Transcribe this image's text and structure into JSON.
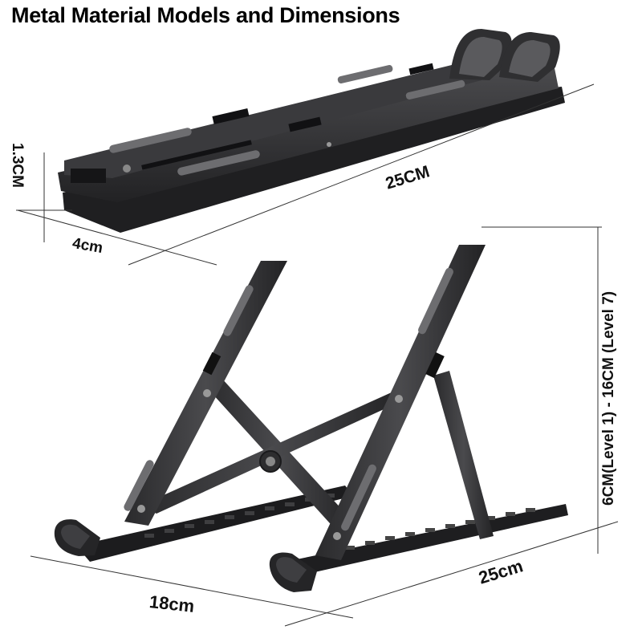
{
  "title": "Metal Material Models and Dimensions",
  "labels": {
    "thickness": "1.3CM",
    "width": "4cm",
    "folded_length": "25CM",
    "depth": "18cm",
    "open_length": "25cm",
    "height_range": "6CM(Level 1)  - 16CM (Level 7)"
  },
  "colors": {
    "metal": "#2c2c2e",
    "metal_light": "#4a4a4d",
    "pad": "#6b6b6e",
    "line": "#333333"
  }
}
